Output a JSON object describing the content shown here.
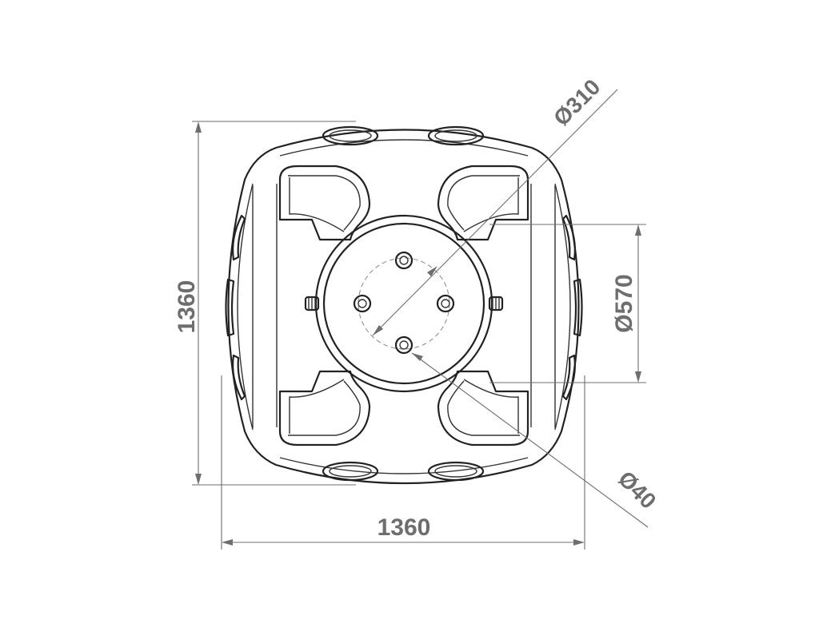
{
  "dimensions": {
    "overall_height": "1360",
    "overall_width": "1360",
    "diameter_ring": "Ø570",
    "diameter_bolt_circle": "Ø310",
    "diameter_bolt": "Ø40"
  },
  "colors": {
    "outline": "#222222",
    "dimension": "#6e6e6e",
    "background": "#ffffff"
  }
}
